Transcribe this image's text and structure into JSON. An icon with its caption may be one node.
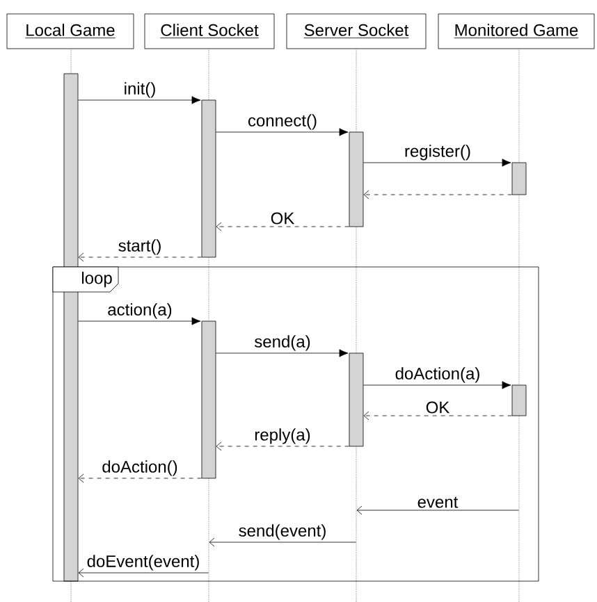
{
  "diagram": {
    "nodes": [
      {
        "text": [
          "Local Game"
        ]
      },
      {
        "text": [
          "Client Socket"
        ]
      },
      {
        "text": [
          "Server Socket"
        ]
      },
      {
        "text": [
          "Monitored Game"
        ]
      },
      {
        "text": [],
        "shape": "bar"
      },
      {
        "text": [],
        "shape": "bar"
      },
      {
        "text": [],
        "shape": "bar"
      },
      {
        "text": [],
        "shape": "bar"
      },
      {
        "text": [
          "loop"
        ]
      },
      {
        "text": [],
        "shape": "bar",
        "in": 8
      },
      {
        "text": [],
        "shape": "bar",
        "in": 8
      },
      {
        "text": [],
        "shape": "bar",
        "in": 8
      },
      {
        "text": [],
        "shape": "line"
      },
      {
        "text": [],
        "shape": "line"
      },
      {
        "text": [],
        "shape": "line"
      },
      {
        "text": [],
        "shape": "line"
      }
    ],
    "edges": [
      {
        "from": 4,
        "to": 5,
        "arrow": "to",
        "label": "init()"
      },
      {
        "from": 5,
        "to": 6,
        "arrow": "to",
        "label": "connect()"
      },
      {
        "from": 6,
        "to": 7,
        "arrow": "to",
        "label": "register()"
      },
      {
        "from": 7,
        "to": 6,
        "arrow": "to",
        "style": "dashed"
      },
      {
        "from": 6,
        "to": 5,
        "arrow": "to",
        "style": "dashed",
        "label": "OK"
      },
      {
        "from": 5,
        "to": 4,
        "arrow": "to",
        "style": "dashed",
        "label": "start()"
      },
      {
        "from": 4,
        "to": 9,
        "arrow": "to",
        "label": "action(a)"
      },
      {
        "from": 9,
        "to": 10,
        "arrow": "to",
        "label": "send(a)"
      },
      {
        "from": 10,
        "to": 11,
        "arrow": "to",
        "label": "doAction(a)"
      },
      {
        "from": 11,
        "to": 10,
        "arrow": "to",
        "style": "dashed",
        "label": "OK"
      },
      {
        "from": 10,
        "to": 9,
        "arrow": "to",
        "style": "dashed",
        "label": "reply(a)"
      },
      {
        "from": 9,
        "to": 4,
        "arrow": "to",
        "style": "dashed",
        "label": "doAction()"
      },
      {
        "from": 15,
        "to": 14,
        "arrow": "to",
        "label": "event"
      },
      {
        "from": 14,
        "to": 13,
        "arrow": "to",
        "label": "send(event)"
      },
      {
        "from": 13,
        "to": 4,
        "arrow": "to",
        "label": "doEvent(event)"
      }
    ]
  }
}
